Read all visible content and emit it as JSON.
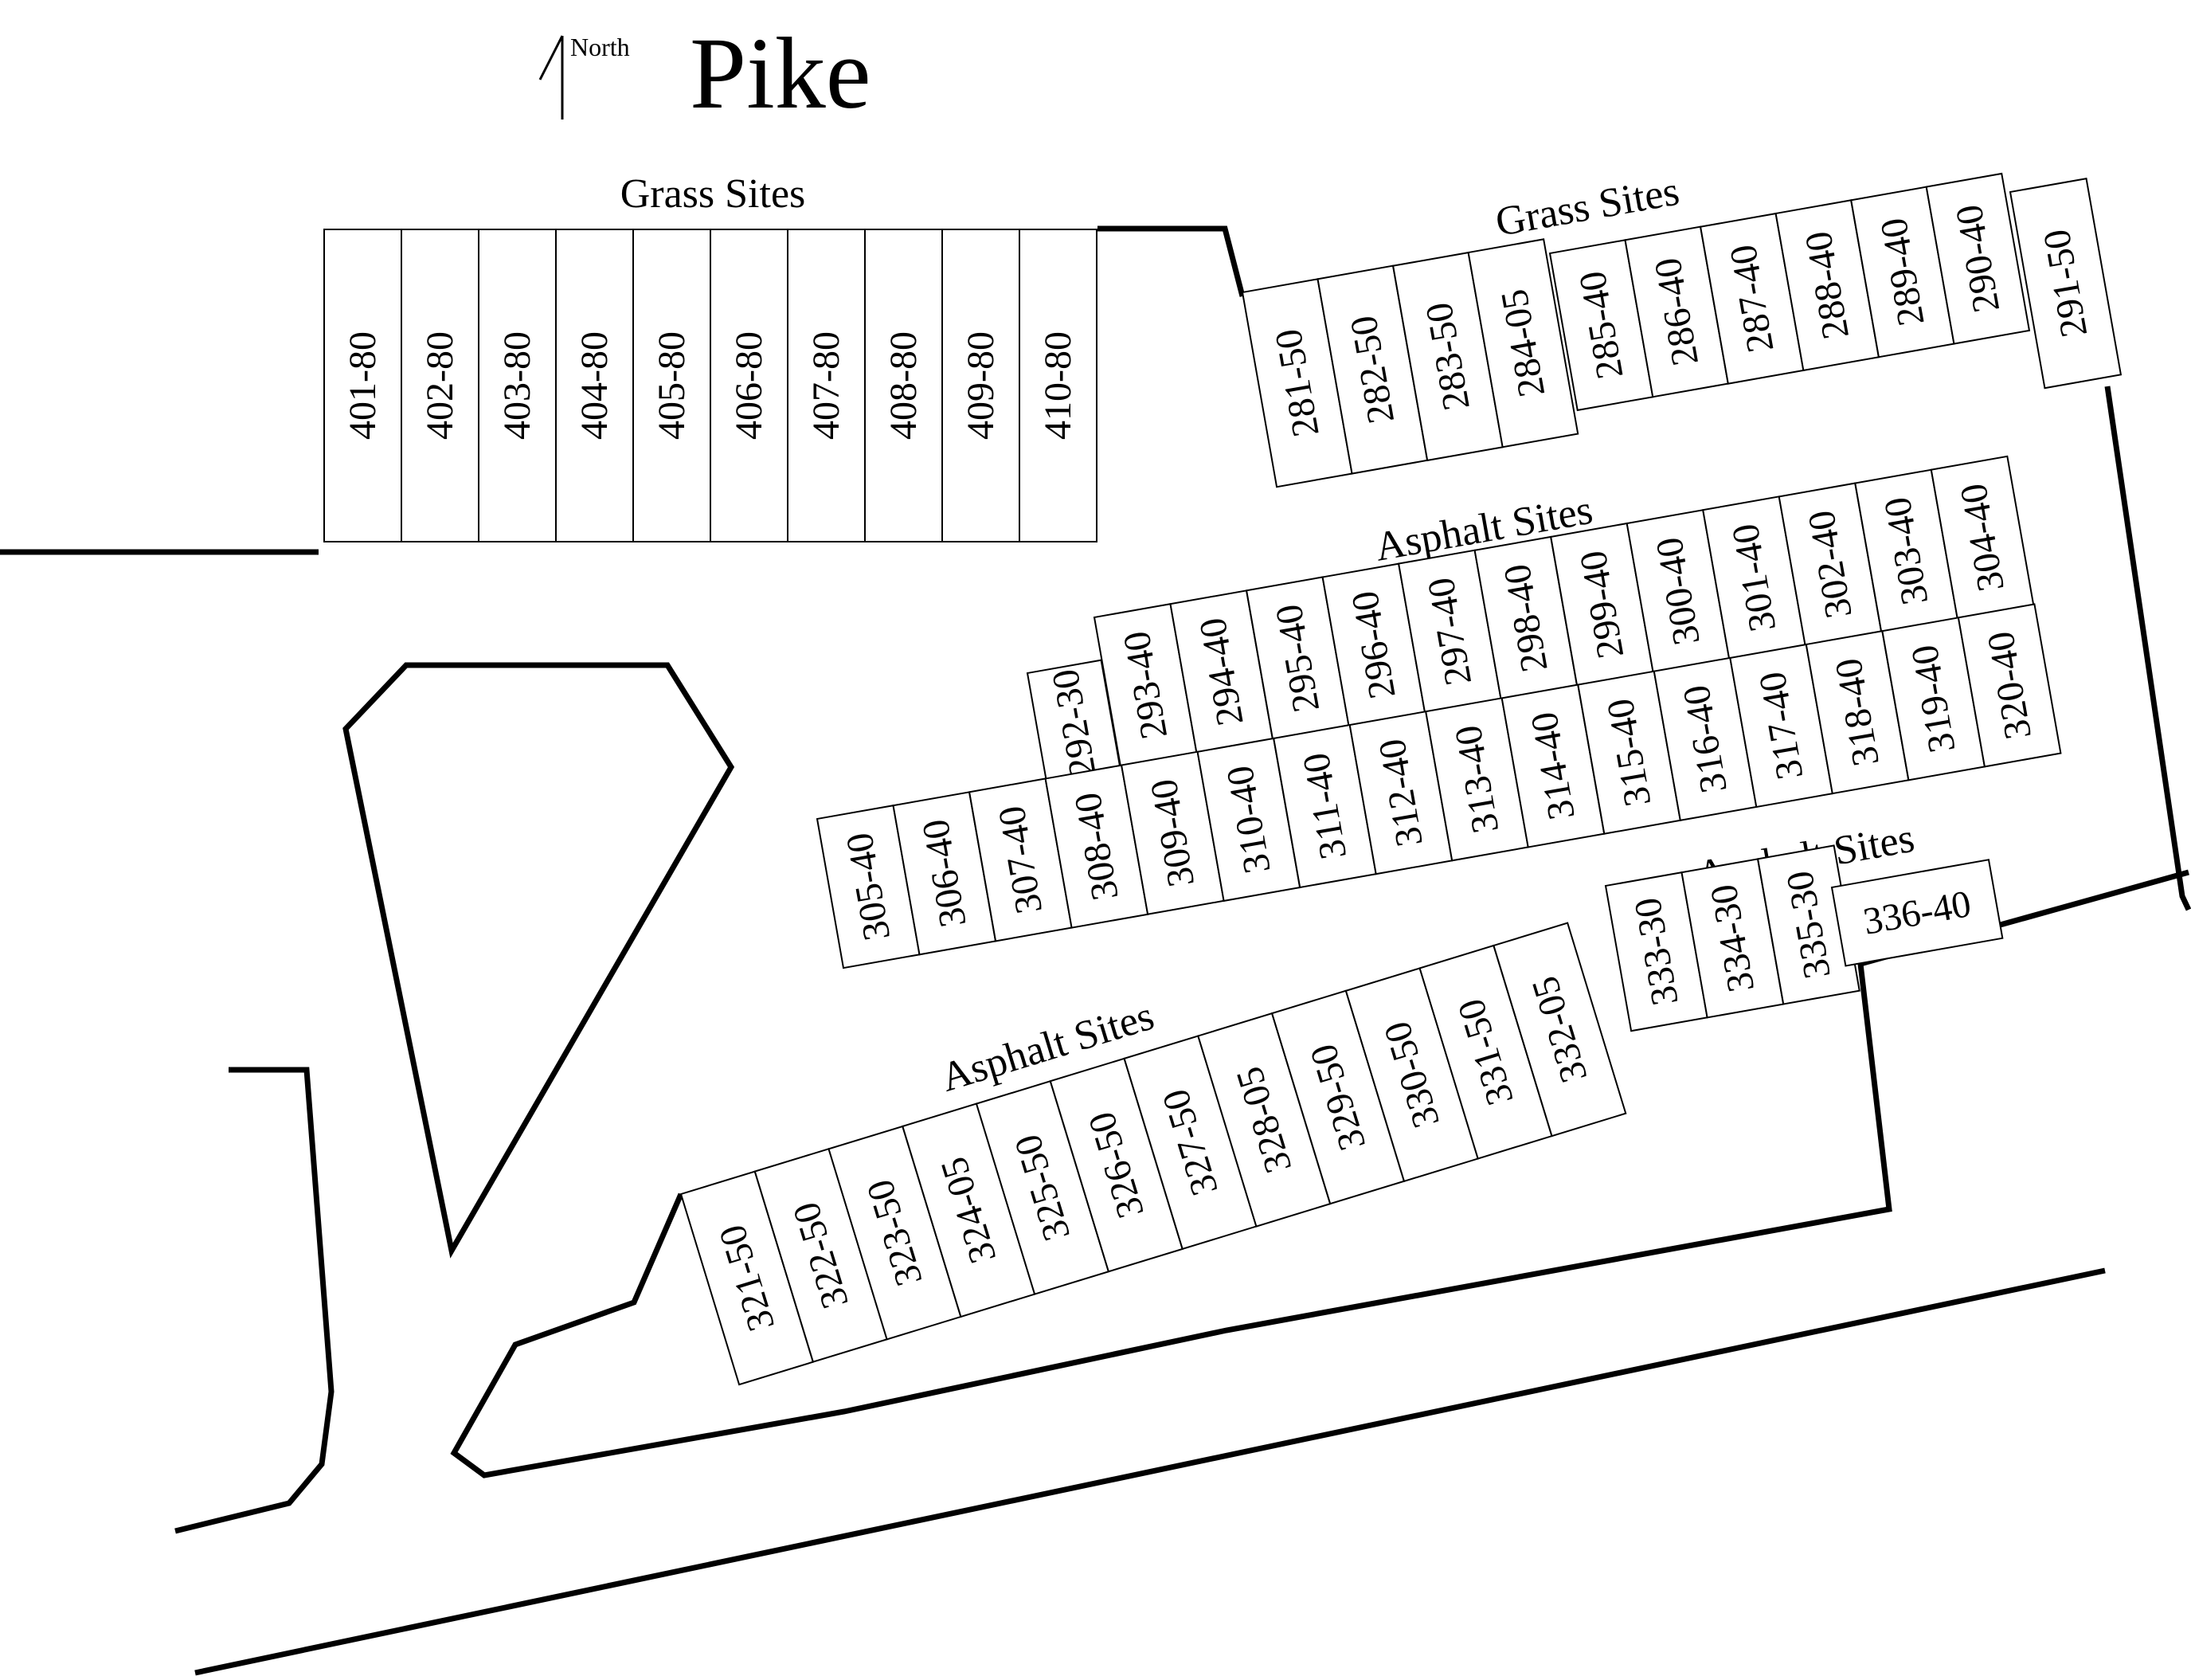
{
  "map": {
    "title": "Pike",
    "north_label": "North",
    "labels": {
      "grass_west": "Grass Sites",
      "grass_east": "Grass Sites",
      "asphalt_center": "Asphalt Sites",
      "asphalt_east": "Asphalt Sites",
      "asphalt_south": "Asphalt Sites"
    },
    "rows": {
      "row_400": [
        "401-80",
        "402-80",
        "403-80",
        "404-80",
        "405-80",
        "406-80",
        "407-80",
        "408-80",
        "409-80",
        "410-80"
      ],
      "row_280_a": [
        "281-50",
        "282-50",
        "283-50",
        "284-05"
      ],
      "row_280_b": [
        "285-40",
        "286-40",
        "287-40",
        "288-40",
        "289-40",
        "290-40"
      ],
      "row_291": [
        "291-50"
      ],
      "row_292": [
        "292-30"
      ],
      "row_293": [
        "293-40",
        "294-40",
        "295-40",
        "296-40",
        "297-40",
        "298-40",
        "299-40",
        "300-40",
        "301-40",
        "302-40",
        "303-40",
        "304-40"
      ],
      "row_305": [
        "305-40",
        "306-40",
        "307-40",
        "308-40",
        "309-40",
        "310-40",
        "311-40",
        "312-40",
        "313-40",
        "314-40",
        "315-40",
        "316-40",
        "317-40",
        "318-40",
        "319-40",
        "320-40"
      ],
      "row_321": [
        "321-50",
        "322-50",
        "323-50",
        "324-05",
        "325-50",
        "326-50",
        "327-50",
        "328-05",
        "329-50",
        "330-50",
        "331-50",
        "332-05"
      ],
      "row_333": [
        "333-30",
        "334-30",
        "335-30"
      ],
      "row_336": [
        "336-40"
      ]
    }
  }
}
